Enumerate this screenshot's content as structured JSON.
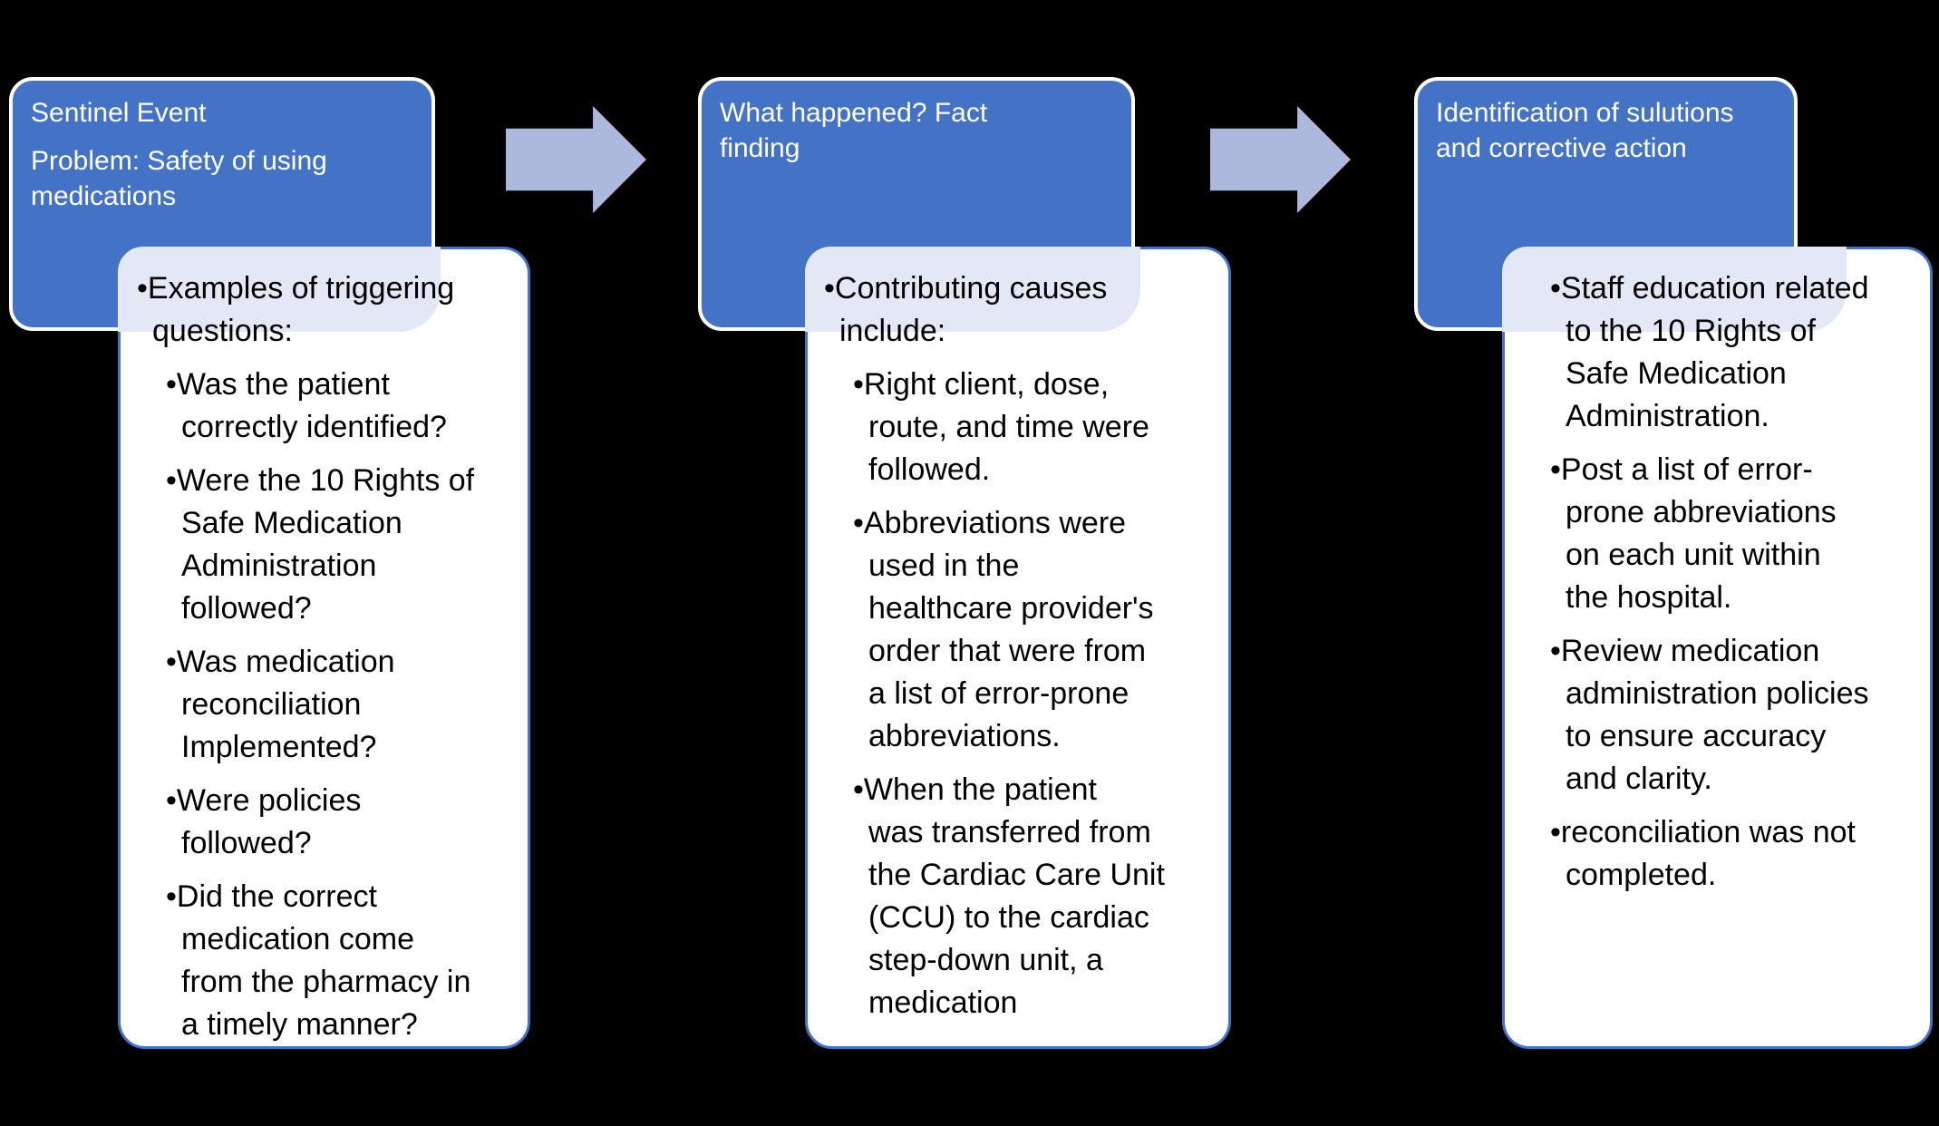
{
  "diagram": {
    "background_color": "#000000",
    "header_fill_color": "#4473C6",
    "header_border_color": "#FFFFFF",
    "content_border_color": "#4472C4",
    "corner_tint_color": "#E3E8F6",
    "arrow_color": "#ACB9DD",
    "stages": [
      {
        "header_paragraphs": [
          "Sentinel Event",
          "Problem: Safety of using\nmedications"
        ],
        "bullets": [
          {
            "level": 1,
            "text": "Examples of triggering\nquestions:"
          },
          {
            "level": 2,
            "text": "Was the patient\ncorrectly identified?"
          },
          {
            "level": 2,
            "text": "Were the 10 Rights of\nSafe Medication\nAdministration\nfollowed?"
          },
          {
            "level": 2,
            "text": "Was medication\nreconciliation\nImplemented?"
          },
          {
            "level": 2,
            "text": "Were policies\nfollowed?"
          },
          {
            "level": 2,
            "text": "Did the correct\nmedication come\nfrom the pharmacy in\na timely manner?"
          }
        ]
      },
      {
        "header_paragraphs": [
          "What happened? Fact\nfinding"
        ],
        "bullets": [
          {
            "level": 1,
            "text": "Contributing causes\ninclude:"
          },
          {
            "level": 2,
            "text": "Right client, dose,\nroute, and time were\nfollowed."
          },
          {
            "level": 2,
            "text": "Abbreviations were\nused in the\nhealthcare provider's\norder that were from\na list of error-prone\nabbreviations."
          },
          {
            "level": 2,
            "text": "When the patient\nwas transferred from\nthe Cardiac Care Unit\n(CCU) to the cardiac\nstep-down unit, a\nmedication"
          }
        ]
      },
      {
        "header_paragraphs": [
          "Identification of sulutions\nand corrective action"
        ],
        "bullets": [
          {
            "level": 2,
            "text": "Staff education related\nto the 10 Rights of\nSafe Medication\nAdministration."
          },
          {
            "level": 2,
            "text": "Post a list of error-\nprone abbreviations\non each unit within\nthe hospital."
          },
          {
            "level": 2,
            "text": "Review medication\nadministration policies\nto ensure accuracy\nand clarity."
          },
          {
            "level": 2,
            "text": "reconciliation was not\ncompleted."
          }
        ]
      }
    ]
  }
}
